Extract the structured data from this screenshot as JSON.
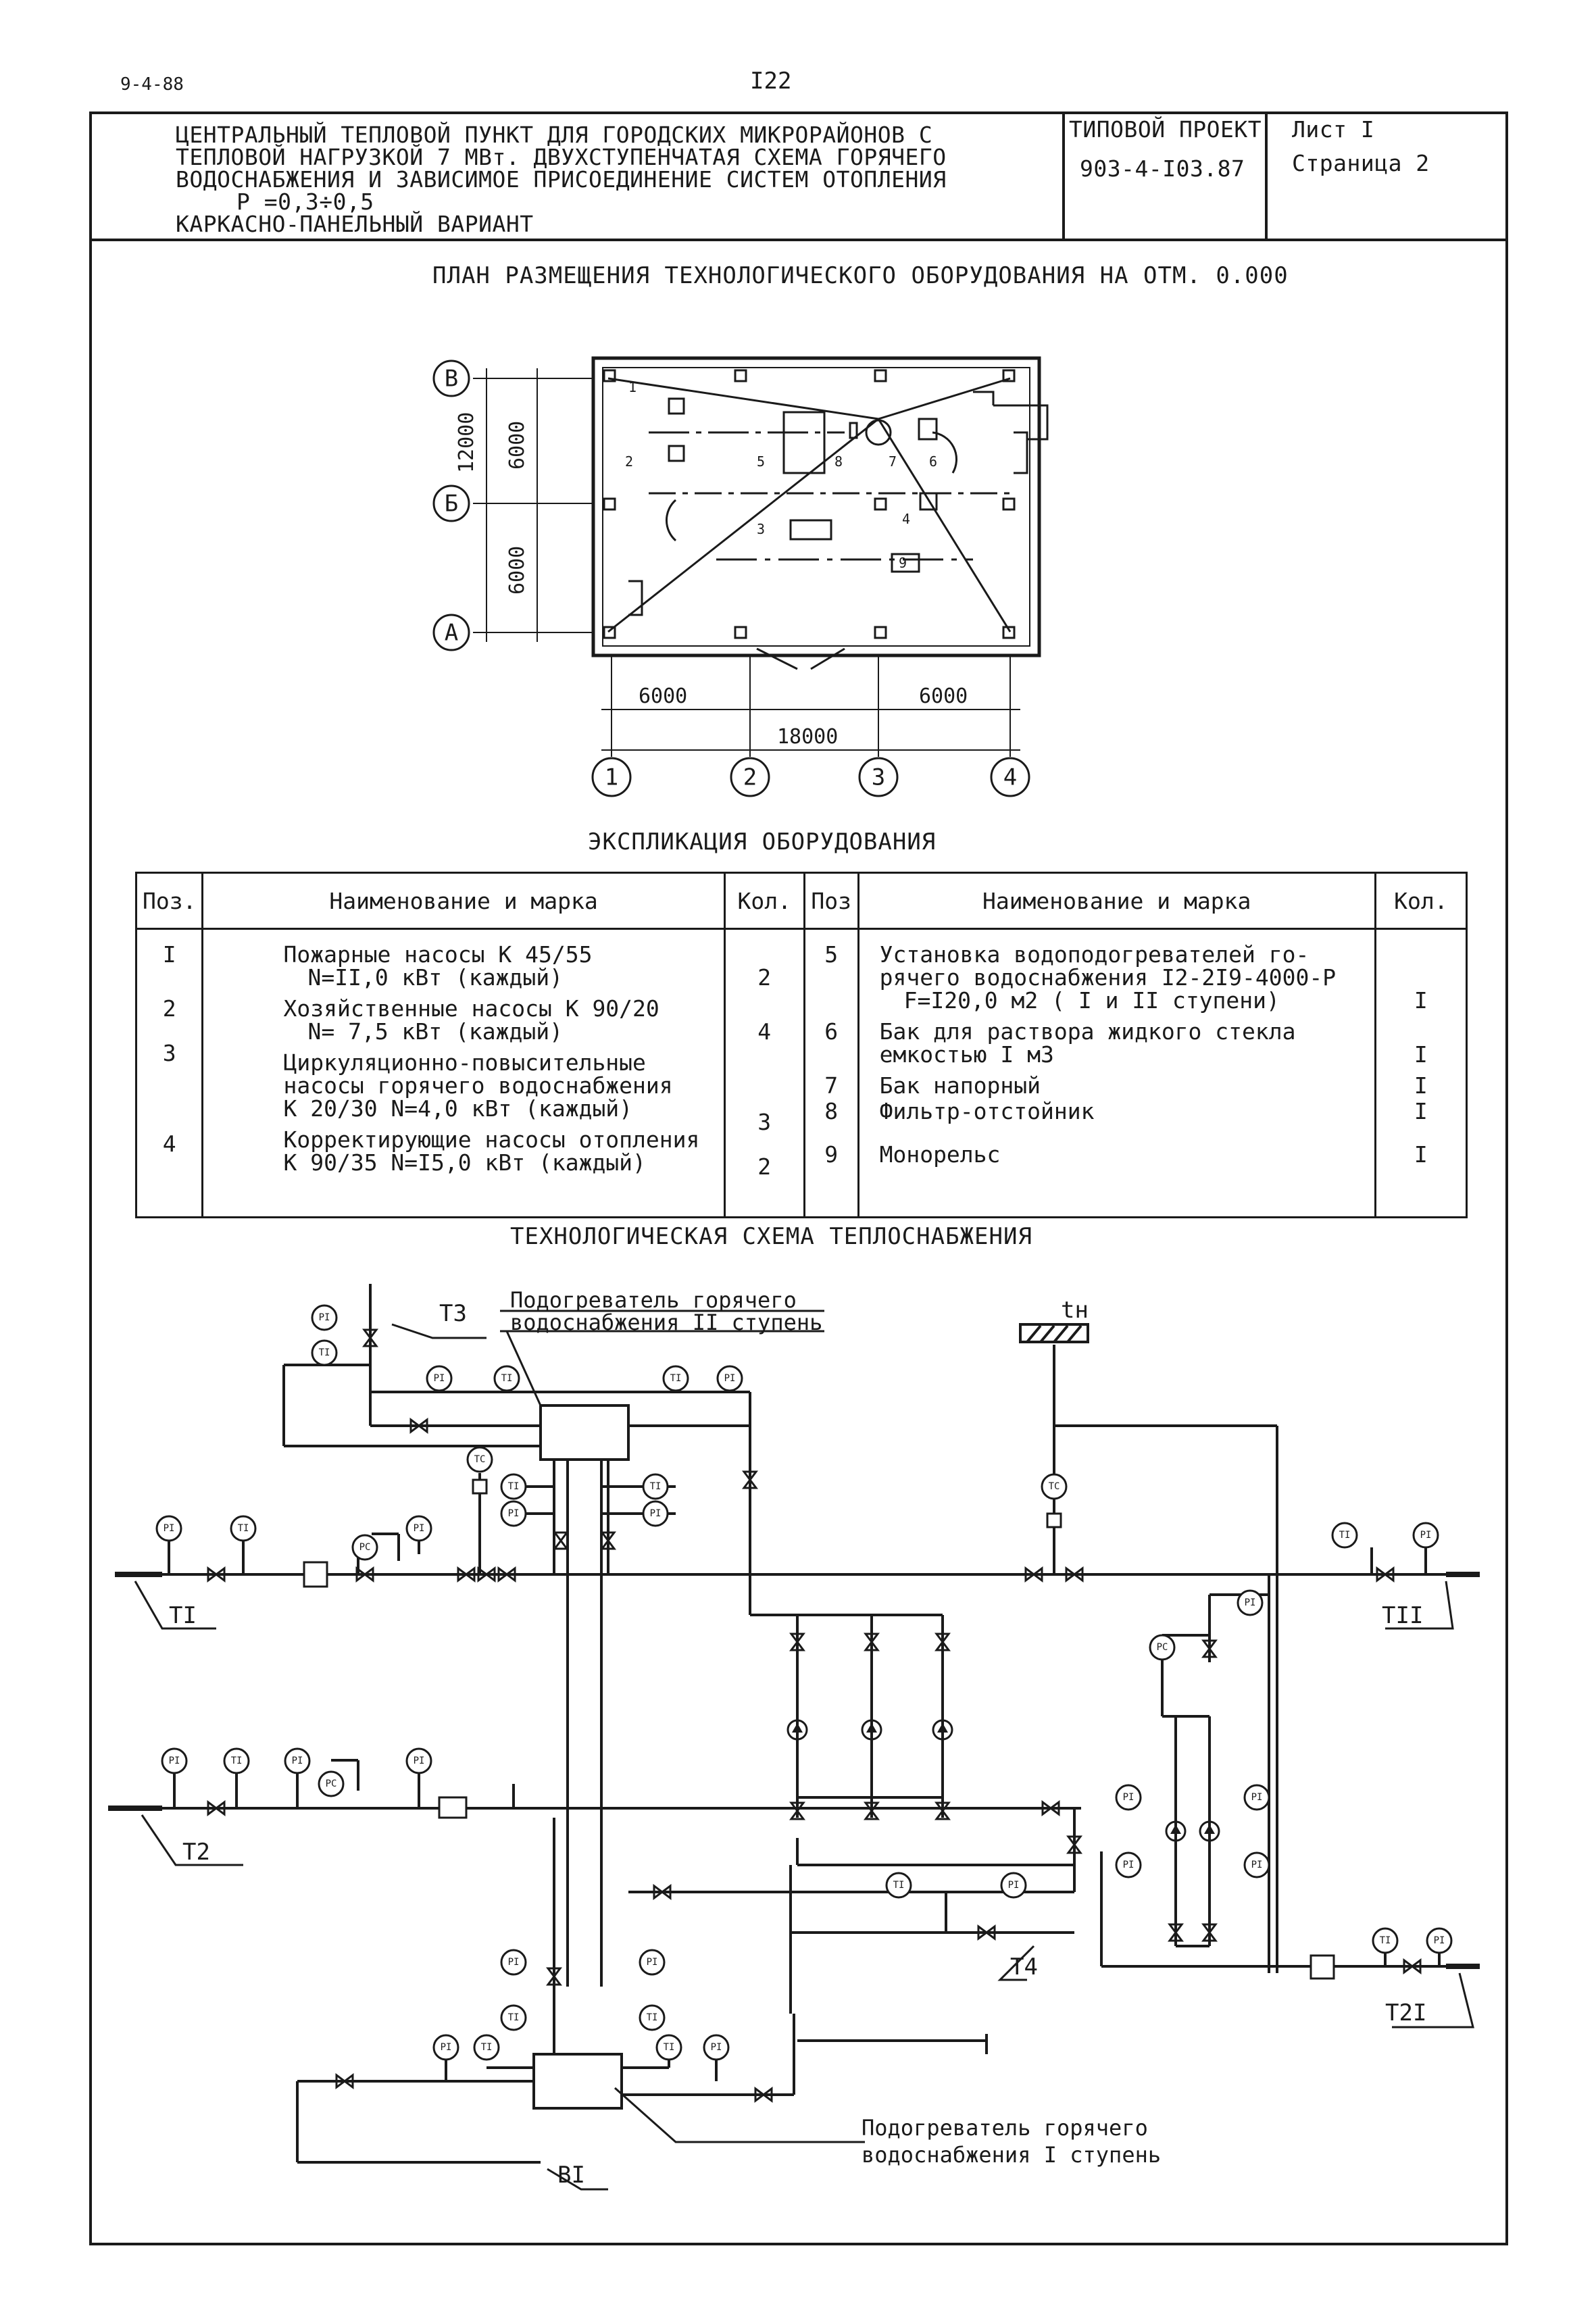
{
  "page": {
    "code": "9-4-88",
    "number": "I22"
  },
  "header": {
    "title_lines": [
      "ЦЕНТРАЛЬНЫЙ ТЕПЛОВОЙ ПУНКТ ДЛЯ ГОРОДСКИХ МИКРОРАЙОНОВ С",
      "ТЕПЛОВОЙ НАГРУЗКОЙ 7 МВт. ДВУХСТУПЕНЧАТАЯ СХЕМА ГОРЯЧЕГО",
      "ВОДОСНАБЖЕНИЯ И ЗАВИСИМОЕ ПРИСОЕДИНЕНИЕ СИСТЕМ ОТОПЛЕНИЯ",
      "Р =0,3÷0,5",
      "КАРКАСНО-ПАНЕЛЬНЫЙ ВАРИАНТ"
    ],
    "project_label": "ТИПОВОЙ ПРОЕКТ",
    "project_number": "903-4-I03.87",
    "sheet": "Лист I",
    "page": "Страница 2"
  },
  "plan": {
    "title": "ПЛАН РАЗМЕЩЕНИЯ ТЕХНОЛОГИЧЕСКОГО ОБОРУДОВАНИЯ НА ОТМ. 0.000",
    "axes_rows": [
      "В",
      "Б",
      "А"
    ],
    "axes_cols": [
      "1",
      "2",
      "3",
      "4"
    ],
    "dim_total_height": "12000",
    "dim_top": "6000",
    "dim_bottom": "6000",
    "dim_left": "6000",
    "dim_right": "6000",
    "dim_total_width": "18000",
    "positions": [
      "1",
      "2",
      "3",
      "4",
      "5",
      "6",
      "7",
      "8",
      "9"
    ]
  },
  "explication": {
    "title": "ЭКСПЛИКАЦИЯ ОБОРУДОВАНИЯ",
    "headers": {
      "pos": "Поз.",
      "name": "Наименование и марка",
      "qty": "Кол.",
      "pos2": "Поз",
      "name2": "Наименование и марка",
      "qty2": "Кол."
    },
    "left": [
      {
        "pos": "I",
        "lines": [
          "Пожарные насосы К 45/55",
          "N=II,0 кВт (каждый)"
        ],
        "qty": "2"
      },
      {
        "pos": "2",
        "lines": [
          "Хозяйственные насосы К 90/20",
          "N= 7,5 кВт (каждый)"
        ],
        "qty": "4"
      },
      {
        "pos": "3",
        "lines": [
          "Циркуляционно-повысительные",
          "насосы горячего водоснабжения",
          "К 20/30  N=4,0 кВт (каждый)"
        ],
        "qty": "3"
      },
      {
        "pos": "4",
        "lines": [
          "Корректирующие насосы отопления",
          "К 90/35  N=I5,0 кВт (каждый)"
        ],
        "qty": "2"
      }
    ],
    "right": [
      {
        "pos": "5",
        "lines": [
          "Установка водоподогревателей го-",
          "рячего водоснабжения I2-2I9-4000-Р",
          "F=I20,0 м2 ( I и II ступени)"
        ],
        "qty": "I"
      },
      {
        "pos": "6",
        "lines": [
          "Бак для раствора жидкого стекла",
          "емкостью I м3"
        ],
        "qty": "I"
      },
      {
        "pos": "7",
        "lines": [
          "Бак напорный"
        ],
        "qty": "I"
      },
      {
        "pos": "8",
        "lines": [
          "Фильтр-отстойник"
        ],
        "qty": "I"
      },
      {
        "pos": "9",
        "lines": [
          "Монорельс"
        ],
        "qty": "I"
      }
    ]
  },
  "scheme": {
    "title": "ТЕХНОЛОГИЧЕСКАЯ СХЕМА ТЕПЛОСНАБЖЕНИЯ",
    "heater2_label_1": "Подогреватель горячего",
    "heater2_label_2": "водоснабжения II ступень",
    "heater1_label_1": "Подогреватель горячего",
    "heater1_label_2": "водоснабжения I ступень",
    "pipes": {
      "t1": "TI",
      "t2": "T2",
      "t3": "T3",
      "t4": "T4",
      "t11": "TII",
      "t21": "T2I",
      "b1": "BI",
      "tn": "tн"
    },
    "instr": {
      "pi": "PI",
      "ti": "TI",
      "pc": "PC",
      "tc": "TC",
      "ti2": "TI"
    }
  }
}
